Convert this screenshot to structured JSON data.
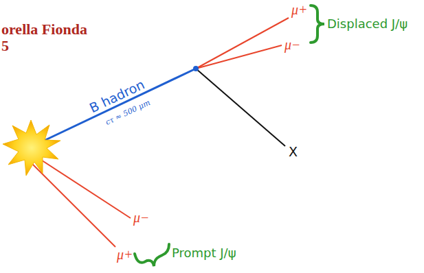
{
  "diagram": {
    "labels": [
      "orella Fionda",
      "5",
      "B hadron",
      "cτ ≈ 500 μm",
      "μ+",
      "μ−",
      "Displaced J/ψ",
      "X",
      "μ−",
      "μ+",
      "Prompt J/ψ"
    ]
  }
}
